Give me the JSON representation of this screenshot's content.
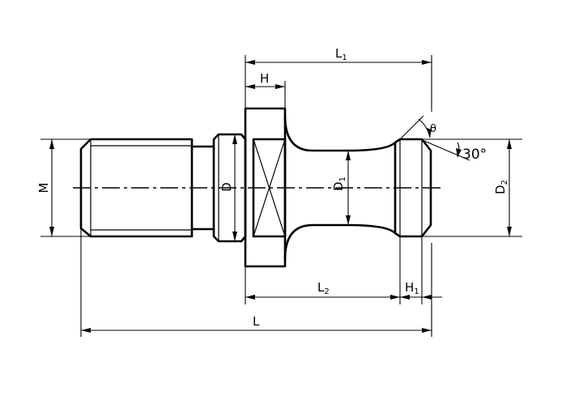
{
  "labels": {
    "L1": {
      "main": "L",
      "sub": "1"
    },
    "H": "H",
    "theta": "θ",
    "angle": "30°",
    "M": "M",
    "D": "D",
    "D1": {
      "main": "D",
      "sub": "1"
    },
    "D2": {
      "main": "D",
      "sub": "2"
    },
    "L2": {
      "main": "L",
      "sub": "2"
    },
    "H1": {
      "main": "H",
      "sub": "1"
    },
    "L": "L"
  }
}
